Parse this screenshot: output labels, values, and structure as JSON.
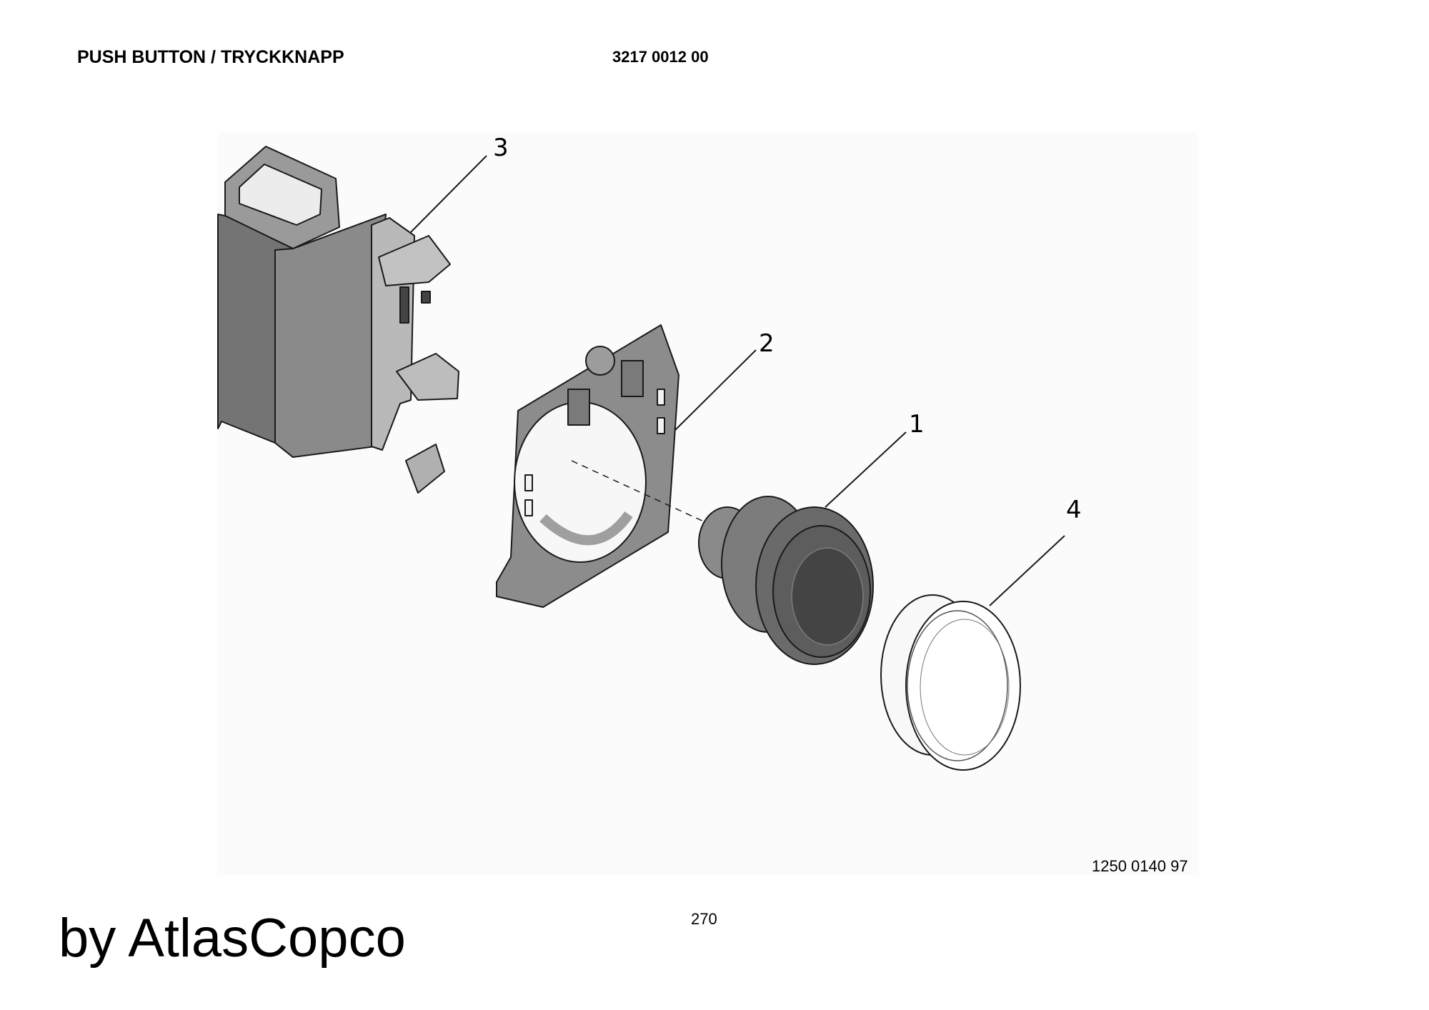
{
  "header": {
    "title": "PUSH BUTTON / TRYCKKNAPP",
    "part_number": "3217 0012 00"
  },
  "figure": {
    "callouts": [
      "1",
      "2",
      "3",
      "4"
    ],
    "reference": "1250 0140 97",
    "colors": {
      "body_dark": "#747474",
      "body_mid": "#9a9a9a",
      "body_light": "#c2c2c2",
      "frame_grey": "#8c8c8c",
      "lens_dark": "#444444",
      "line": "#1a1a1a"
    }
  },
  "footer": {
    "page_number": "270",
    "brand": "by AtlasCopco"
  }
}
